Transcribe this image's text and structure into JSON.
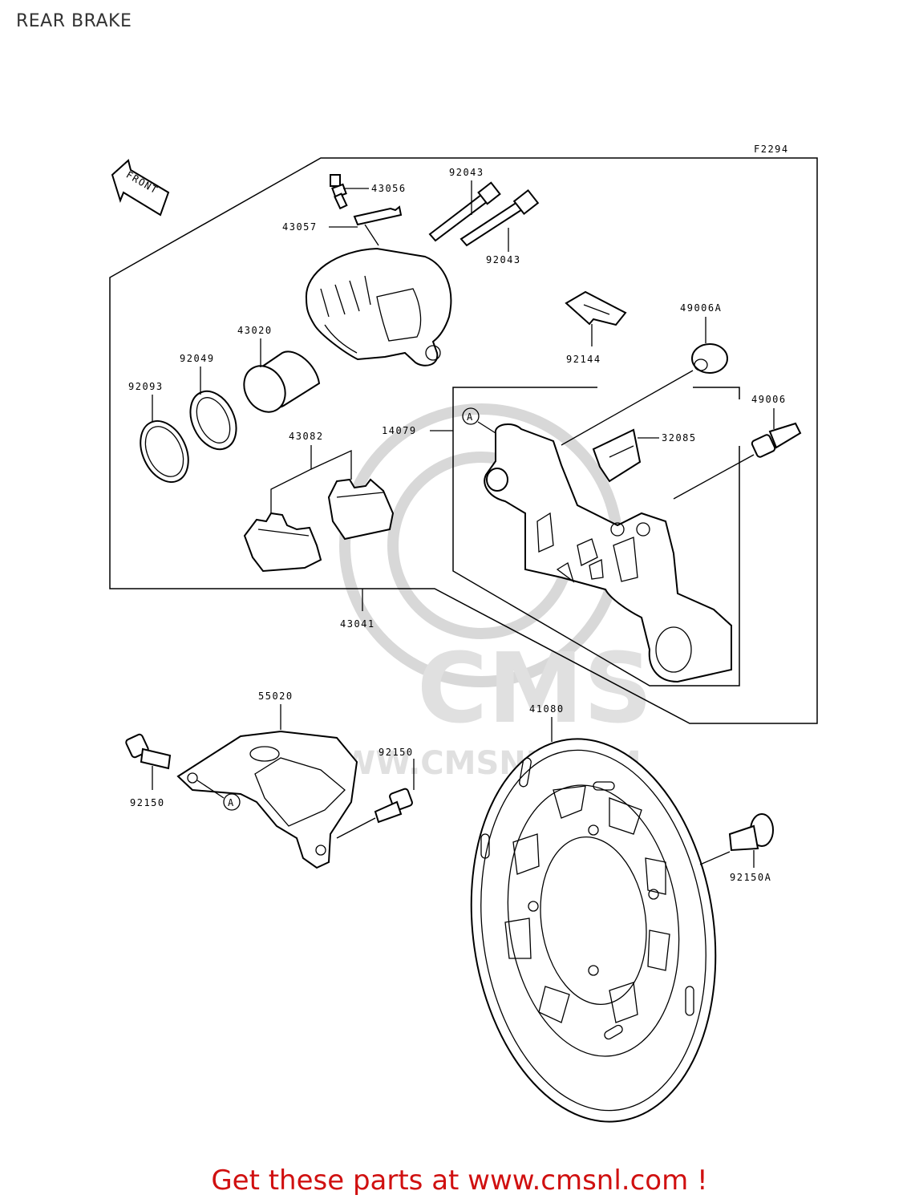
{
  "header": {
    "title": "REAR BRAKE"
  },
  "diagram": {
    "ref_code": "F2294",
    "front_label": "FRONT",
    "callouts": {
      "p43056": "43056",
      "p43057": "43057",
      "p92043a": "92043",
      "p92043b": "92043",
      "p43020": "43020",
      "p92049": "92049",
      "p92093": "92093",
      "p43082": "43082",
      "p14079": "14079",
      "p32085": "32085",
      "p49006a": "49006A",
      "p49006": "49006",
      "p92144": "92144",
      "p43041": "43041",
      "p55020": "55020",
      "p92150a": "92150",
      "p92150b": "92150",
      "p41080": "41080",
      "p92150A": "92150A"
    },
    "markers": {
      "a1": "A",
      "a2": "A"
    },
    "watermark": {
      "logo": "CMS",
      "url": "WWW.CMSNL.COM"
    }
  },
  "footer": {
    "cta": "Get these parts at www.cmsnl.com !"
  }
}
